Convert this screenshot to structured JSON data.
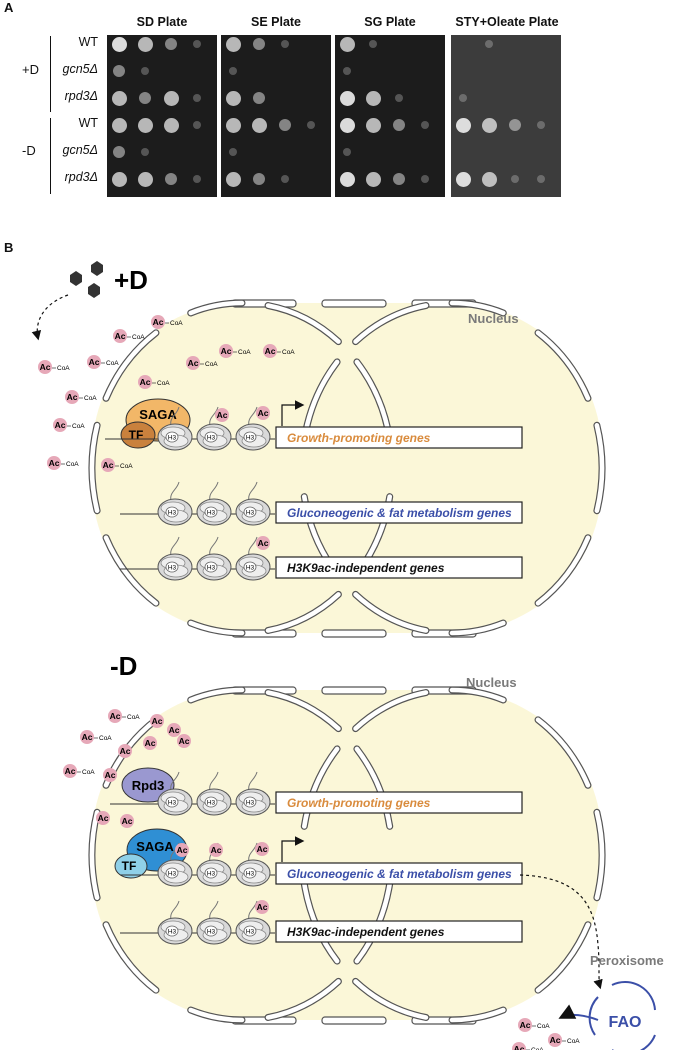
{
  "panel_a": {
    "letter": "A",
    "plates": [
      {
        "title": "SD Plate"
      },
      {
        "title": "SE Plate"
      },
      {
        "title": "SG Plate"
      },
      {
        "title": "STY+Oleate Plate"
      }
    ],
    "conditions": [
      {
        "label": "+D",
        "strains": [
          "WT",
          "gcn5Δ",
          "rpd3Δ"
        ]
      },
      {
        "label": "-D",
        "strains": [
          "WT",
          "gcn5Δ",
          "rpd3Δ"
        ]
      }
    ],
    "growth": [
      [
        [
          4,
          3,
          2,
          1
        ],
        [
          3,
          2,
          1,
          0
        ],
        [
          3,
          1,
          0,
          0
        ],
        [
          0,
          1,
          0,
          0
        ]
      ],
      [
        [
          2,
          1,
          0,
          0
        ],
        [
          1,
          0,
          0,
          0
        ],
        [
          1,
          0,
          0,
          0
        ],
        [
          0,
          0,
          0,
          0
        ]
      ],
      [
        [
          3,
          2,
          3,
          1
        ],
        [
          3,
          2,
          0,
          0
        ],
        [
          4,
          3,
          1,
          0
        ],
        [
          1,
          0,
          0,
          0
        ]
      ],
      [
        [
          3,
          3,
          3,
          1
        ],
        [
          3,
          3,
          2,
          1
        ],
        [
          4,
          3,
          2,
          1
        ],
        [
          4,
          3,
          2,
          1
        ]
      ],
      [
        [
          2,
          1,
          0,
          0
        ],
        [
          1,
          0,
          0,
          0
        ],
        [
          1,
          0,
          0,
          0
        ],
        [
          0,
          0,
          0,
          0
        ]
      ],
      [
        [
          3,
          3,
          2,
          1
        ],
        [
          3,
          2,
          1,
          0
        ],
        [
          4,
          3,
          2,
          1
        ],
        [
          4,
          3,
          1,
          1
        ]
      ]
    ]
  },
  "panel_b": {
    "letter": "B",
    "ac": "Ac",
    "coa": "CoA",
    "tf": "TF",
    "saga": "SAGA",
    "rpd3": "Rpd3",
    "h3": "H3",
    "top": {
      "condition": "+D",
      "nucleus": "Nucleus",
      "genes": [
        "Growth-promoting genes",
        "Gluconeogenic & fat metabolism genes",
        "H3K9ac-independent genes"
      ]
    },
    "bottom": {
      "condition": "-D",
      "nucleus": "Nucleus",
      "genes": [
        "Growth-promoting genes",
        "Gluconeogenic & fat metabolism genes",
        "H3K9ac-independent genes"
      ],
      "peroxisome": "Peroxisome",
      "fao": "FAO"
    }
  },
  "colors": {
    "orange": "#d98b3d",
    "blue": "#3b4fa8",
    "nucleus_fill": "#fbf7d8",
    "ac_pink": "#e6a8b8",
    "saga_orange": "#f2b768",
    "saga_blue": "#2f8fd4",
    "rpd3_purple": "#9a98d0"
  }
}
